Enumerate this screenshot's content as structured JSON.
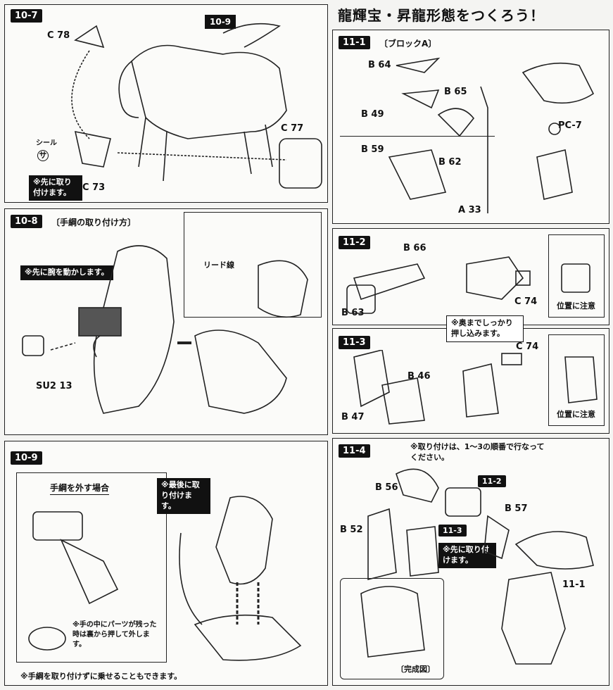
{
  "header": {
    "title": "龍輝宝・昇龍形態をつくろう！"
  },
  "left": {
    "s10_7": {
      "step": "10-7",
      "sub_ref": "10-9",
      "parts": [
        "C 78",
        "C 77",
        "C 73"
      ],
      "seal_label": "シール",
      "seal_mark": "サ",
      "note": "※先に取り付けます。"
    },
    "s10_8": {
      "step": "10-8",
      "title": "〔手綱の取り付け方〕",
      "note": "※先に腕を動かします。",
      "part": "SU2 13",
      "lead": "リード線"
    },
    "s10_9": {
      "step": "10-9",
      "box_title": "手綱を外す場合",
      "note_last": "※最後に取り付けます。",
      "note_remain": "※手の中にパーツが残った時は裏から押して外します。",
      "footer": "※手綱を取り付けずに乗せることもできます。"
    }
  },
  "right": {
    "s11_1": {
      "step": "11-1",
      "title": "〔ブロックA〕",
      "parts": [
        "B 64",
        "B 65",
        "B 49",
        "B 59",
        "B 62",
        "A 33"
      ],
      "pc": "PC-7"
    },
    "s11_2": {
      "step": "11-2",
      "parts": [
        "B 66",
        "B 63",
        "C 74"
      ],
      "caution": "位置に注意"
    },
    "push_note": "※奥までしっかり押し込みます。",
    "s11_3": {
      "step": "11-3",
      "parts": [
        "B 46",
        "B 47",
        "C 74"
      ],
      "caution": "位置に注意"
    },
    "s11_4": {
      "step": "11-4",
      "order_note": "※取り付けは、1〜3の順番で行なってください。",
      "parts": [
        "B 56",
        "B 52",
        "B 57"
      ],
      "refs": [
        "11-2",
        "11-3",
        "11-1"
      ],
      "note": "※先に取り付けます。",
      "done": "〔完成図〕"
    }
  }
}
